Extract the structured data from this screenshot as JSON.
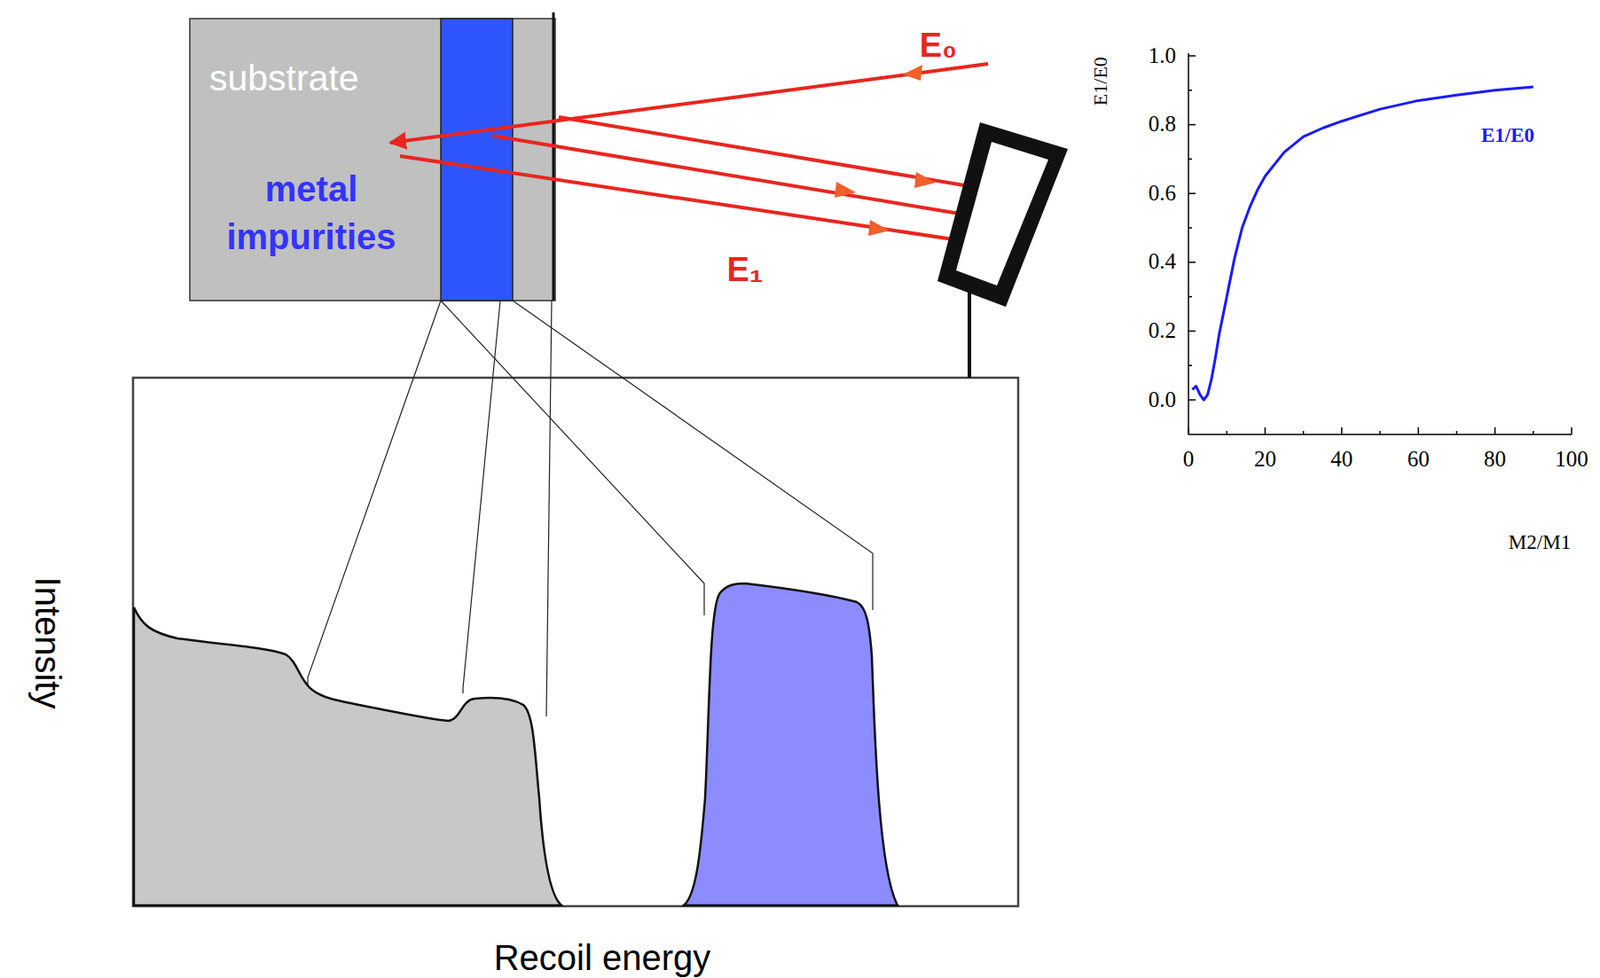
{
  "diagram": {
    "nodes": [
      {
        "text": [
          "substrate",
          "metal impurities"
        ]
      }
    ],
    "labels": [
      "E₀",
      "E₁",
      "Intensity",
      "Recoil energy",
      "1.0",
      "0.8",
      "0.6",
      "0.4",
      "0.2",
      "0.0",
      "0",
      "20",
      "40",
      "60",
      "80",
      "100",
      "E1/E0",
      "M2/M1",
      "E1/E0"
    ]
  }
}
